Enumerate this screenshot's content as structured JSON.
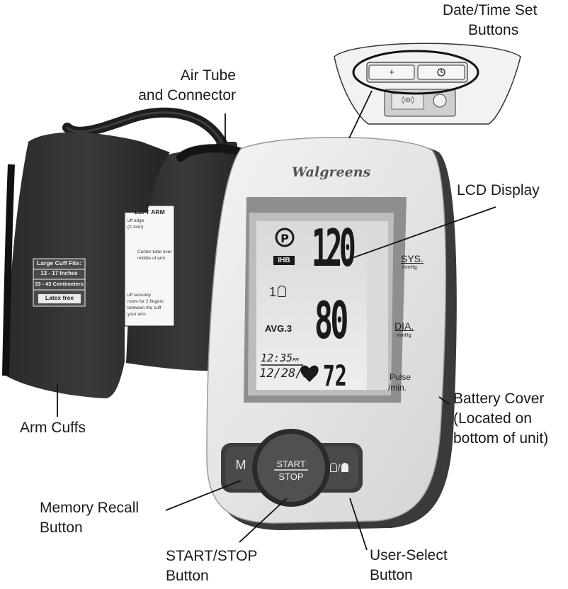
{
  "brand": "Walgreens",
  "callouts": {
    "date_time": [
      "Date/Time Set",
      "Buttons"
    ],
    "air_tube": [
      "Air Tube",
      "and Connector"
    ],
    "lcd": [
      "LCD Display"
    ],
    "arm_cuffs": [
      "Arm Cuffs"
    ],
    "battery": [
      "Battery Cover",
      "(Located on",
      "bottom of unit)"
    ],
    "memory": [
      "Memory Recall",
      "Button"
    ],
    "start_stop": [
      "START/STOP",
      "Button"
    ],
    "user_select": [
      "User-Select",
      "Button"
    ]
  },
  "cuff_front": {
    "tag_title": "Large Cuff Fits:",
    "tag_line1": "13 - 17 Inches",
    "tag_line2": "33 - 43 Centimeters",
    "tag_latex": "Latex free"
  },
  "cuff_back": {
    "title": "LEFT ARM",
    "line1": "uff edge",
    "line2": "(2-3cm)",
    "line3": "Center tube over",
    "line4": "middle of arm.",
    "line5": "uff securely",
    "line6": "room for 2 fingers",
    "line7": "between the cuff",
    "line8": "your arm."
  },
  "lcd": {
    "systolic": "120",
    "diastolic": "80",
    "pulse": "72",
    "ihb": "IHB",
    "user": "1",
    "avg": "AVG.3",
    "time": "12:35",
    "time_suffix": "PM",
    "date": "12/28/10"
  },
  "side_labels": {
    "sys": "SYS.",
    "sys_unit": "mmHg",
    "dia": "DIA.",
    "dia_unit": "mmHg",
    "pulse": "Pulse",
    "pulse_unit": "/min."
  },
  "buttons": {
    "memory": "M",
    "start": "START",
    "stop": "STOP",
    "plus": "+",
    "clock": "clock-icon",
    "user_select_icon": "user-select-icon"
  },
  "battery_symbols": "◊⊙◊"
}
